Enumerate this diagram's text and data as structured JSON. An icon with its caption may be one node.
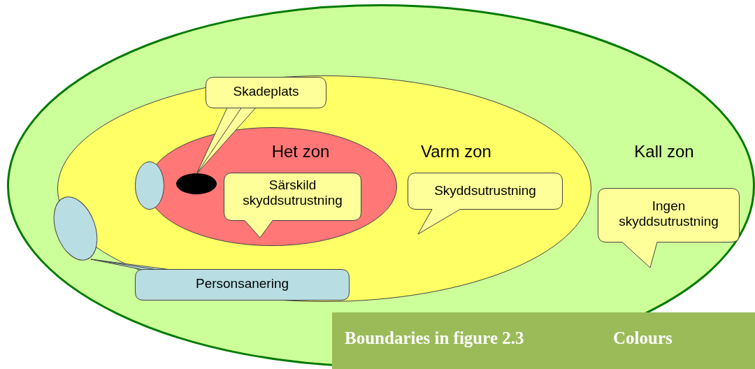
{
  "diagram": {
    "nodes": [
      {
        "text": [
          "Kall zon"
        ]
      },
      {
        "text": [
          "Varm zon"
        ],
        "in": 0
      },
      {
        "text": [
          "Skadeplats"
        ],
        "in": 1
      },
      {
        "text": [
          "Het zon"
        ],
        "in": 1
      },
      {
        "text": [],
        "shape": "circle",
        "in": 3
      },
      {
        "text": [
          "Särskild skyddsutrustning"
        ],
        "in": 3
      },
      {
        "text": [
          "Skyddsutrustning"
        ],
        "in": 1
      },
      {
        "text": [
          "Ingen skyddsutrustning"
        ],
        "in": 0
      },
      {
        "text": [],
        "shape": "circle",
        "in": 1
      },
      {
        "text": [],
        "shape": "circle",
        "in": 0
      },
      {
        "text": [
          "Personsanering"
        ],
        "in": 1
      }
    ],
    "edges": [
      {
        "from": 2,
        "to": 4,
        "arrow": "none"
      },
      {
        "from": 10,
        "to": 9,
        "arrow": "none"
      }
    ],
    "labels": [
      "Boundaries in figure 2.3",
      "Colours"
    ]
  }
}
